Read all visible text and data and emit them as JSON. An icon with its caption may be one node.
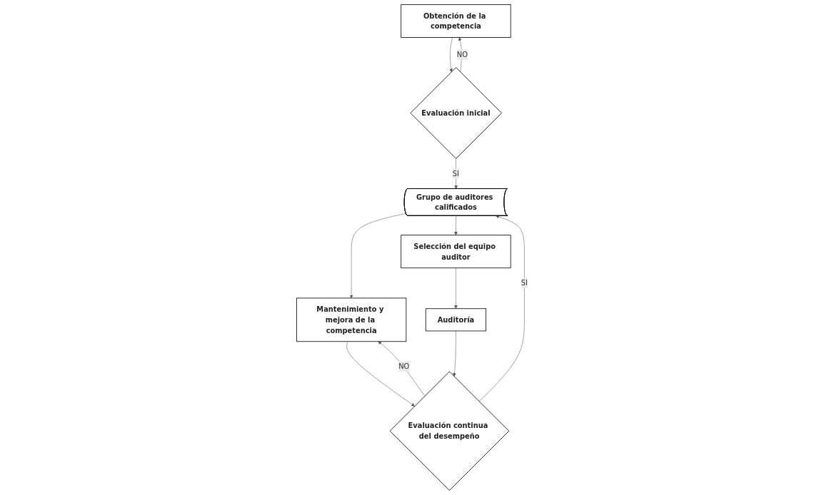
{
  "diagram": {
    "nodes": [
      {
        "text": [
          "Obtención de la competencia"
        ]
      },
      {
        "text": [
          "Evaluación inicial"
        ]
      },
      {
        "text": [
          "Grupo de auditores calificados"
        ]
      },
      {
        "text": [
          "Evaluación continua del desempeño"
        ]
      },
      {
        "text": [
          "Mantenimiento y mejora de la competencia"
        ]
      },
      {
        "text": [
          "Selección del equipo auditor"
        ]
      },
      {
        "text": [
          "Auditoría"
        ]
      }
    ],
    "edges": [
      {
        "from": 0,
        "to": 1,
        "arrow": "to"
      },
      {
        "from": 1,
        "to": 0,
        "arrow": "to",
        "label": "NO"
      },
      {
        "from": 1,
        "to": 2,
        "arrow": "to",
        "label": "SI"
      },
      {
        "from": 3,
        "to": 2,
        "arrow": "to",
        "label": "SI"
      },
      {
        "from": 3,
        "to": 4,
        "arrow": "to",
        "label": "NO"
      },
      {
        "from": 2,
        "to": 4,
        "arrow": "to"
      },
      {
        "from": 2,
        "to": 5,
        "arrow": "to"
      },
      {
        "from": 5,
        "to": 6,
        "arrow": "to"
      },
      {
        "from": 4,
        "to": 3,
        "arrow": "to"
      },
      {
        "from": 6,
        "to": 3,
        "arrow": "to"
      }
    ]
  }
}
